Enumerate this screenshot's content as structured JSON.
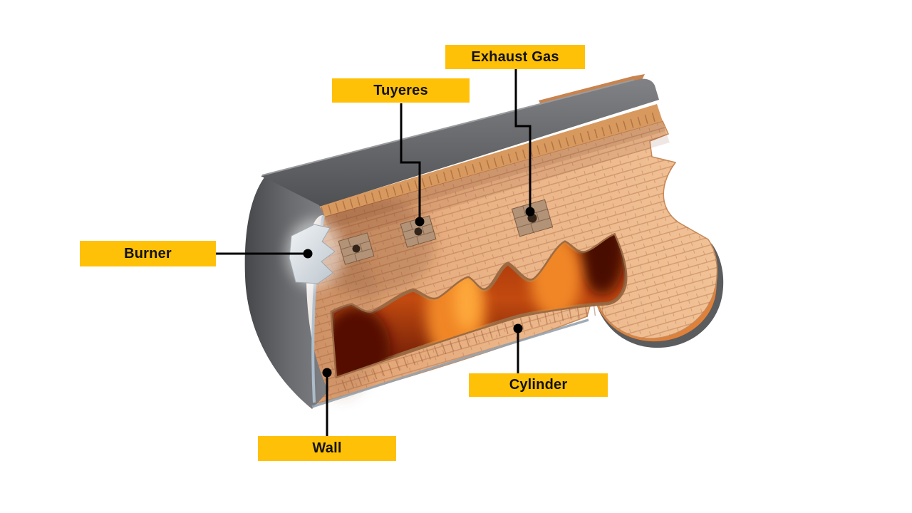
{
  "scene": {
    "subject": "Cutaway illustration of a cylindrical furnace",
    "background": "#ffffff"
  },
  "labels": {
    "exhaust_gas": "Exhaust Gas",
    "tuyeres": "Tuyeres",
    "burner": "Burner",
    "cylinder": "Cylinder",
    "wall": "Wall"
  },
  "colors": {
    "label_background": "#FFC008",
    "label_text": "#121212",
    "leader_line": "#000000",
    "shell_gray": "#5B5C5E",
    "refractory_brick": "#E8B084",
    "brick_rim_orange": "#E0813A",
    "fire_orange": "#C24A10",
    "fire_dark": "#601505",
    "burner_gray": "#D9DEE2",
    "tuyere_patch": "#B29378"
  }
}
